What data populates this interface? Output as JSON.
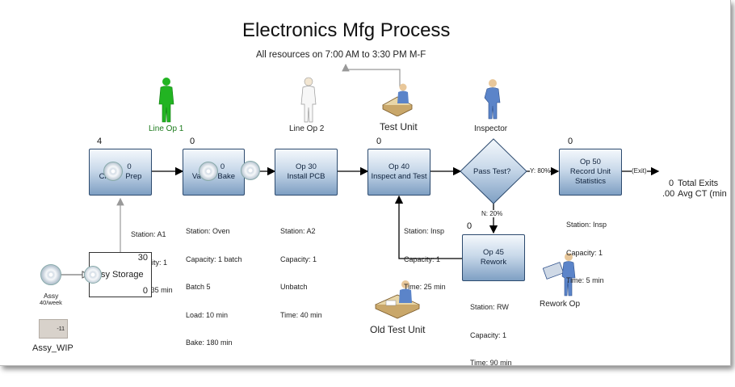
{
  "title": "Electronics Mfg Process",
  "subtitle": "All resources on 7:00 AM to 3:30 PM M-F",
  "operations": {
    "op10": {
      "count": "4",
      "id": "0",
      "label": "Clea     Prep"
    },
    "op20": {
      "count": "0",
      "id": "0",
      "label": "Vac      Bake"
    },
    "op30": {
      "id": "Op 30",
      "label": "Install PCB"
    },
    "op40": {
      "count": "0",
      "id": "Op 40",
      "label": "Inspect and Test"
    },
    "op45": {
      "count": "0",
      "id": "Op 45",
      "label": "Rework"
    },
    "op50": {
      "count": "0",
      "id": "Op 50",
      "label1": "Record Unit",
      "label2": "Statistics"
    }
  },
  "decision": {
    "label": "Pass Test?",
    "yes": "Y: 80%",
    "no": "N: 20%"
  },
  "exit": {
    "label": "(Exit)",
    "total_value": "0",
    "total_label": "Total Exits",
    "ct_value": ".00",
    "ct_label": "Avg CT (min"
  },
  "info": {
    "op10": [
      "Station: A1",
      "Capacity: 1",
      "Time: 35 min"
    ],
    "op20": [
      "Station: Oven",
      "Capacity: 1 batch",
      "Batch 5",
      "Load: 10 min",
      "Bake: 180 min"
    ],
    "op30": [
      "Station: A2",
      "Capacity: 1",
      "Unbatch",
      "Time: 40 min"
    ],
    "op40": [
      "Station: Insp",
      "Capacity: 1",
      "Time: 25 min"
    ],
    "op45": [
      "Station: RW",
      "Capacity: 1",
      "Time: 90 min"
    ],
    "op50": [
      "Station: Insp",
      "Capacity: 1",
      "Time: 5 min"
    ]
  },
  "resources": {
    "line_op1": "Line Op 1",
    "line_op2": "Line Op 2",
    "test_unit": "Test Unit",
    "inspector": "Inspector",
    "old_test_unit": "Old Test Unit",
    "rework_op": "Rework Op"
  },
  "storage": {
    "label": "sy Storage",
    "top_value": "30",
    "bottom_value": "0"
  },
  "assy": {
    "label": "Assy",
    "rate": "40/week"
  },
  "wip": {
    "value": "-11",
    "label": "Assy_WIP"
  },
  "colors": {
    "box_border": "#2c4a6e",
    "operator_green": "#22b422",
    "operator_blue": "#5b84c9"
  }
}
